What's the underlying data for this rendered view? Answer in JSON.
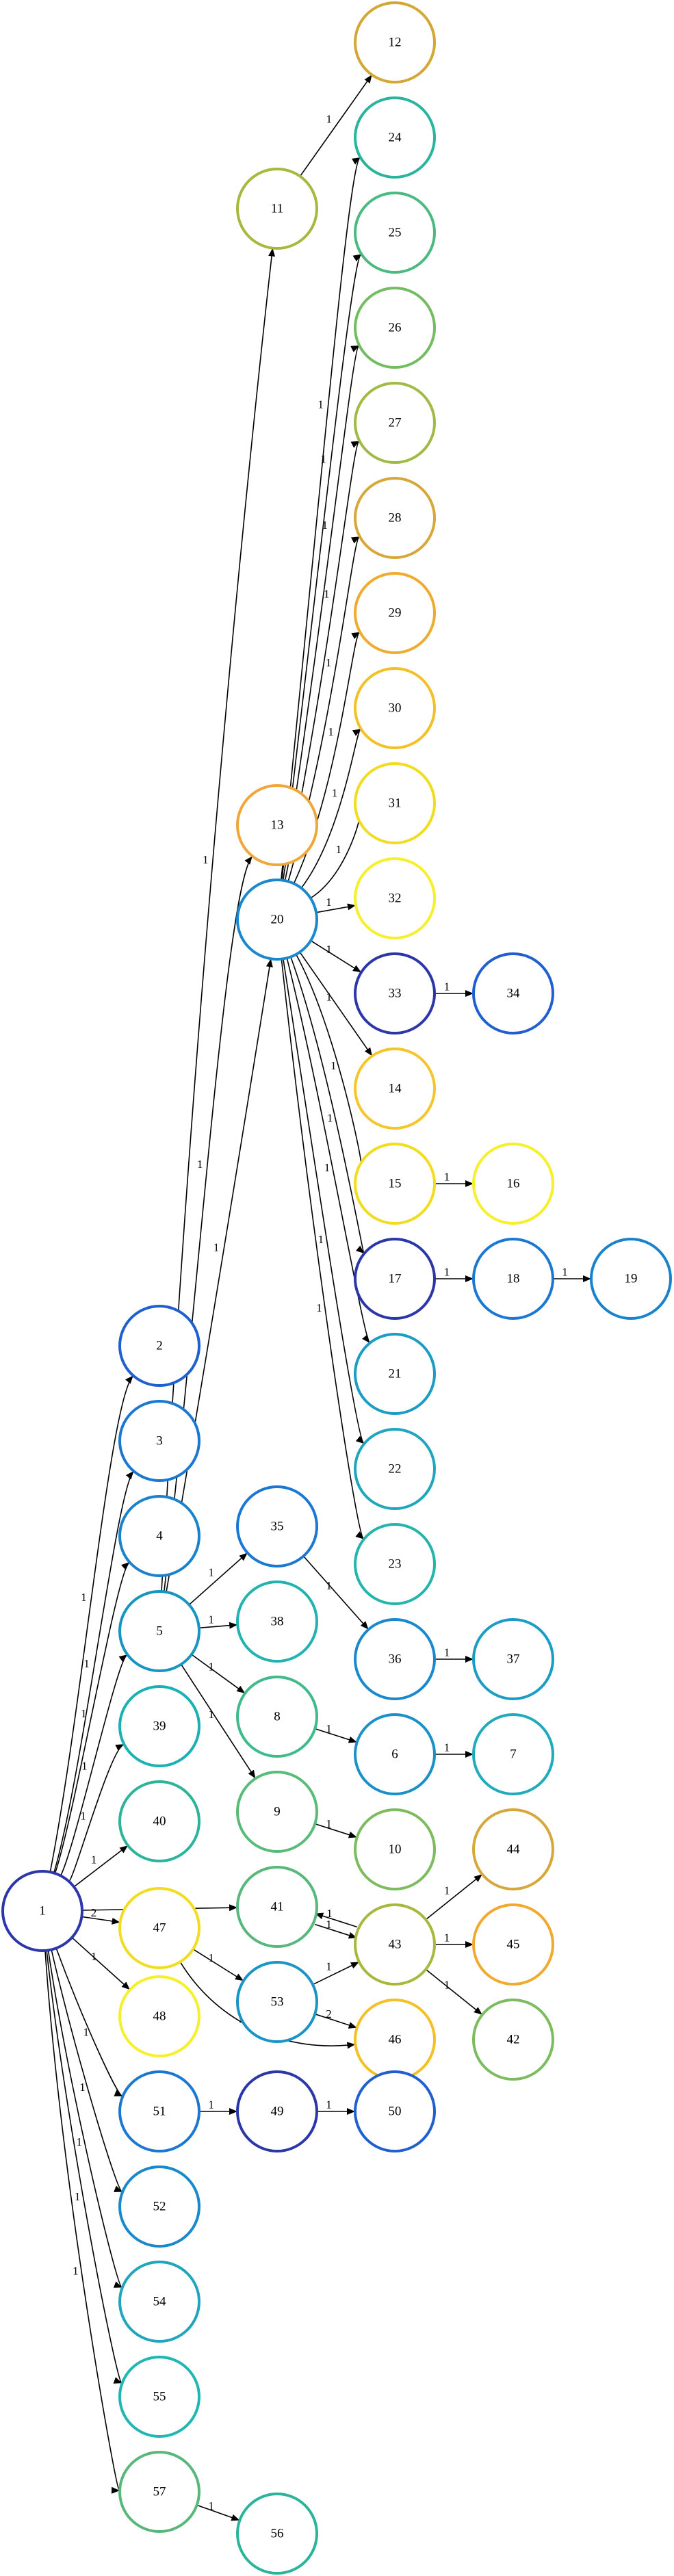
{
  "diagram": {
    "type": "directed-graph",
    "nodes": [
      {
        "id": "1",
        "color": "#2b36a8"
      },
      {
        "id": "2",
        "color": "#1f5fd0"
      },
      {
        "id": "3",
        "color": "#1a78d2"
      },
      {
        "id": "4",
        "color": "#1a82cc"
      },
      {
        "id": "5",
        "color": "#1894c2"
      },
      {
        "id": "6",
        "color": "#1a8fc8"
      },
      {
        "id": "7",
        "color": "#20aabb"
      },
      {
        "id": "8",
        "color": "#3fba8a"
      },
      {
        "id": "9",
        "color": "#58bc78"
      },
      {
        "id": "10",
        "color": "#7cbc5e"
      },
      {
        "id": "11",
        "color": "#a8b83e"
      },
      {
        "id": "12",
        "color": "#d4a634"
      },
      {
        "id": "13",
        "color": "#f0a73a"
      },
      {
        "id": "14",
        "color": "#f5c52c"
      },
      {
        "id": "15",
        "color": "#f2dc1e"
      },
      {
        "id": "16",
        "color": "#f6f02a"
      },
      {
        "id": "17",
        "color": "#2b36a8"
      },
      {
        "id": "18",
        "color": "#1a78d2"
      },
      {
        "id": "19",
        "color": "#1a82cc"
      },
      {
        "id": "20",
        "color": "#1a88cc"
      },
      {
        "id": "21",
        "color": "#1a9cc4"
      },
      {
        "id": "22",
        "color": "#20a6bc"
      },
      {
        "id": "23",
        "color": "#24b4ac"
      },
      {
        "id": "24",
        "color": "#2ab49c"
      },
      {
        "id": "25",
        "color": "#4cba80"
      },
      {
        "id": "26",
        "color": "#74bc62"
      },
      {
        "id": "27",
        "color": "#a0ba46"
      },
      {
        "id": "28",
        "color": "#d6a83a"
      },
      {
        "id": "29",
        "color": "#f0aa30"
      },
      {
        "id": "30",
        "color": "#f4c028"
      },
      {
        "id": "31",
        "color": "#f2dc20"
      },
      {
        "id": "32",
        "color": "#f6f02c"
      },
      {
        "id": "33",
        "color": "#2b36a8"
      },
      {
        "id": "34",
        "color": "#1f5fd0"
      },
      {
        "id": "35",
        "color": "#1a78d2"
      },
      {
        "id": "36",
        "color": "#1a88cc"
      },
      {
        "id": "37",
        "color": "#1a9cc4"
      },
      {
        "id": "38",
        "color": "#22b2b0"
      },
      {
        "id": "39",
        "color": "#1ab0b4"
      },
      {
        "id": "40",
        "color": "#2ab49a"
      },
      {
        "id": "41",
        "color": "#58b87c"
      },
      {
        "id": "42",
        "color": "#7cbc5e"
      },
      {
        "id": "43",
        "color": "#a8b83e"
      },
      {
        "id": "44",
        "color": "#d6a83a"
      },
      {
        "id": "45",
        "color": "#f0aa30"
      },
      {
        "id": "46",
        "color": "#f4c028"
      },
      {
        "id": "47",
        "color": "#f2dc20"
      },
      {
        "id": "48",
        "color": "#f6f02c"
      },
      {
        "id": "49",
        "color": "#2b36a8"
      },
      {
        "id": "50",
        "color": "#1f5fd0"
      },
      {
        "id": "51",
        "color": "#1a78d2"
      },
      {
        "id": "52",
        "color": "#1a88cc"
      },
      {
        "id": "53",
        "color": "#1a94c4"
      },
      {
        "id": "54",
        "color": "#20a6bc"
      },
      {
        "id": "55",
        "color": "#20b6b4"
      },
      {
        "id": "56",
        "color": "#2ab49a"
      },
      {
        "id": "57",
        "color": "#58b87c"
      }
    ],
    "edges": [
      {
        "from": "1",
        "to": "2",
        "label": "1"
      },
      {
        "from": "1",
        "to": "3",
        "label": "1"
      },
      {
        "from": "1",
        "to": "4",
        "label": "1"
      },
      {
        "from": "1",
        "to": "5",
        "label": "1"
      },
      {
        "from": "1",
        "to": "39",
        "label": "1"
      },
      {
        "from": "1",
        "to": "40",
        "label": "1"
      },
      {
        "from": "1",
        "to": "41",
        "label": "1"
      },
      {
        "from": "1",
        "to": "47",
        "label": "2"
      },
      {
        "from": "1",
        "to": "48",
        "label": "1"
      },
      {
        "from": "1",
        "to": "51",
        "label": "1"
      },
      {
        "from": "1",
        "to": "52",
        "label": "1"
      },
      {
        "from": "1",
        "to": "54",
        "label": "1"
      },
      {
        "from": "1",
        "to": "55",
        "label": "1"
      },
      {
        "from": "1",
        "to": "57",
        "label": "1"
      },
      {
        "from": "5",
        "to": "11",
        "label": "1"
      },
      {
        "from": "5",
        "to": "13",
        "label": "1"
      },
      {
        "from": "5",
        "to": "20",
        "label": "1"
      },
      {
        "from": "5",
        "to": "35",
        "label": "1"
      },
      {
        "from": "5",
        "to": "38",
        "label": "1"
      },
      {
        "from": "5",
        "to": "8",
        "label": "1"
      },
      {
        "from": "5",
        "to": "9",
        "label": "1"
      },
      {
        "from": "11",
        "to": "12",
        "label": "1"
      },
      {
        "from": "20",
        "to": "24",
        "label": "1"
      },
      {
        "from": "20",
        "to": "25",
        "label": "1"
      },
      {
        "from": "20",
        "to": "26",
        "label": "1"
      },
      {
        "from": "20",
        "to": "27",
        "label": "1"
      },
      {
        "from": "20",
        "to": "28",
        "label": "1"
      },
      {
        "from": "20",
        "to": "29",
        "label": "1"
      },
      {
        "from": "20",
        "to": "30",
        "label": "1"
      },
      {
        "from": "20",
        "to": "31",
        "label": "1"
      },
      {
        "from": "20",
        "to": "32",
        "label": "1"
      },
      {
        "from": "20",
        "to": "33",
        "label": "1"
      },
      {
        "from": "20",
        "to": "14",
        "label": "1"
      },
      {
        "from": "20",
        "to": "15",
        "label": "1"
      },
      {
        "from": "20",
        "to": "17",
        "label": "1"
      },
      {
        "from": "20",
        "to": "21",
        "label": "1"
      },
      {
        "from": "20",
        "to": "22",
        "label": "1"
      },
      {
        "from": "20",
        "to": "23",
        "label": "1"
      },
      {
        "from": "33",
        "to": "34",
        "label": "1"
      },
      {
        "from": "15",
        "to": "16",
        "label": "1"
      },
      {
        "from": "17",
        "to": "18",
        "label": "1"
      },
      {
        "from": "18",
        "to": "19",
        "label": "1"
      },
      {
        "from": "35",
        "to": "36",
        "label": "1"
      },
      {
        "from": "36",
        "to": "37",
        "label": "1"
      },
      {
        "from": "8",
        "to": "6",
        "label": "1"
      },
      {
        "from": "6",
        "to": "7",
        "label": "1"
      },
      {
        "from": "9",
        "to": "10",
        "label": "1"
      },
      {
        "from": "41",
        "to": "43",
        "label": "1"
      },
      {
        "from": "43",
        "to": "41",
        "label": "1"
      },
      {
        "from": "43",
        "to": "44",
        "label": "1"
      },
      {
        "from": "43",
        "to": "45",
        "label": "1"
      },
      {
        "from": "43",
        "to": "42",
        "label": "1"
      },
      {
        "from": "47",
        "to": "53",
        "label": "1"
      },
      {
        "from": "47",
        "to": "46",
        "label": "1"
      },
      {
        "from": "53",
        "to": "43",
        "label": "1"
      },
      {
        "from": "53",
        "to": "46",
        "label": "2"
      },
      {
        "from": "51",
        "to": "49",
        "label": "1"
      },
      {
        "from": "49",
        "to": "50",
        "label": "1"
      },
      {
        "from": "57",
        "to": "56",
        "label": "1"
      }
    ]
  }
}
